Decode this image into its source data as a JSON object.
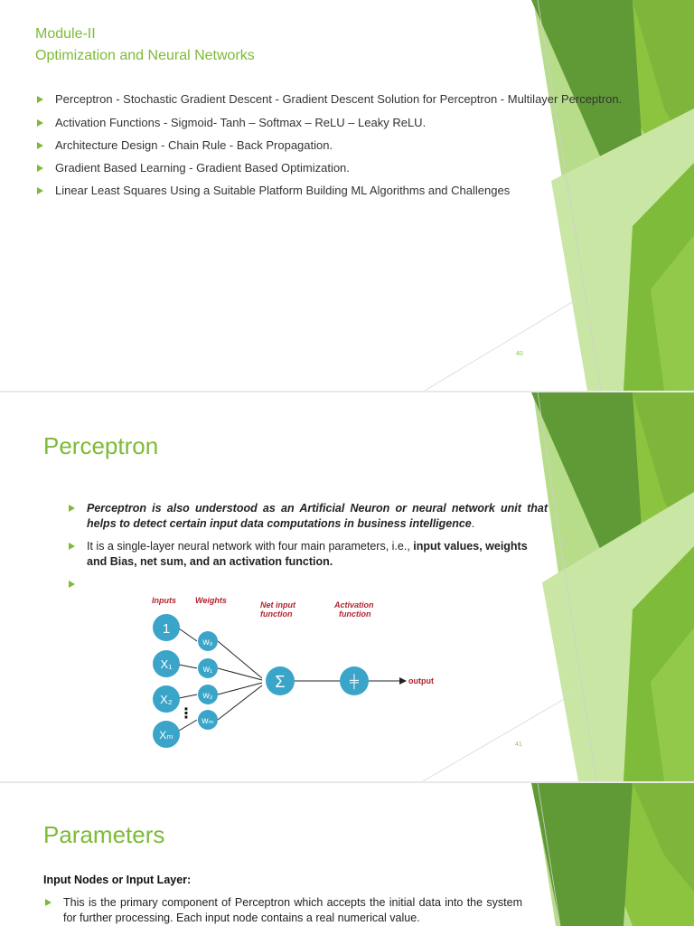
{
  "slide1": {
    "title_line1": "Module-II",
    "title_line2": "Optimization and Neural Networks",
    "bullets": [
      "Perceptron - Stochastic Gradient Descent - Gradient Descent Solution for Perceptron - Multilayer Perceptron.",
      "Activation Functions - Sigmoid- Tanh – Softmax – ReLU – Leaky ReLU.",
      "Architecture Design - Chain Rule - Back Propagation.",
      "Gradient Based Learning - Gradient Based Optimization.",
      "Linear Least Squares Using a Suitable Platform Building ML Algorithms and Challenges"
    ],
    "page_number": "40"
  },
  "slide2": {
    "title": "Perceptron",
    "bullet1": "Perceptron is also understood as an Artificial Neuron or neural network unit that helps to detect certain input data computations in business intelligence",
    "bullet1_end": ".",
    "bullet2_prefix": "It is a single-layer neural network with four main parameters, i.e., ",
    "bullet2_bold": "input values, weights and Bias, net sum, and an activation function.",
    "bullet3": "",
    "diagram": {
      "label_inputs": "Inputs",
      "label_weights": "Weights",
      "label_net_input_1": "Net input",
      "label_net_input_2": "function",
      "label_activation_1": "Activation",
      "label_activation_2": "function",
      "input_nodes": [
        "1",
        "X₁",
        "X₂",
        "Xₘ"
      ],
      "weight_nodes": [
        "w₀",
        "w₁",
        "w₂",
        "wₘ"
      ],
      "sum_symbol": "Σ",
      "activation_symbol": "╪",
      "output_label": "output",
      "dots": "⋮"
    },
    "page_number": "41"
  },
  "slide3": {
    "title": "Parameters",
    "subheading": "Input Nodes or Input Layer:",
    "bullet1": "This is the primary component of Perceptron which accepts the initial data into the system for further processing. Each input node contains a real numerical value."
  },
  "colors": {
    "accent_green": "#7dbb36",
    "dark_green": "#4f8a2b",
    "node_blue": "#3ba4c9",
    "diagram_label_red": "#b2222e"
  }
}
